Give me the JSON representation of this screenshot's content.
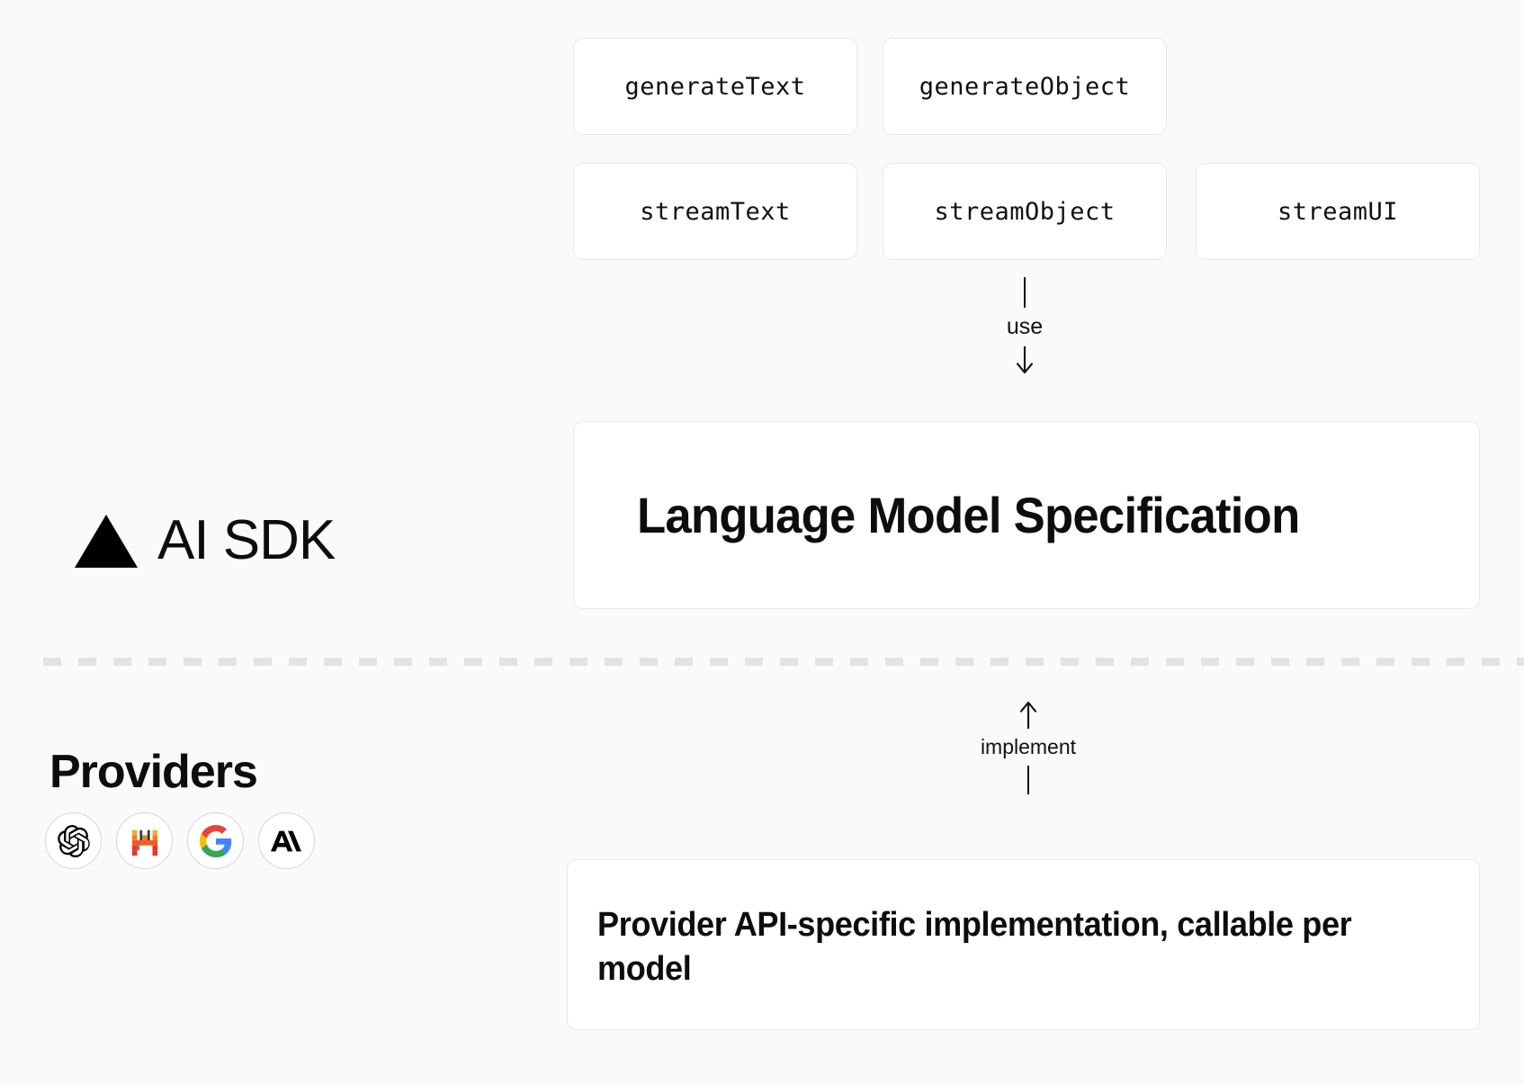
{
  "theme": {
    "page_background": "#fafafa",
    "card_background": "#ffffff",
    "card_border": "#e8e8e8",
    "text_color": "#0d0d0d",
    "divider_color": "#e3e3e3"
  },
  "sdk_layer": {
    "label": "AI SDK",
    "logo_icon": "vercel-triangle-icon",
    "functions": [
      {
        "name": "generateText",
        "icon": "code-function"
      },
      {
        "name": "generateObject",
        "icon": "code-function"
      },
      {
        "name": "streamText",
        "icon": "code-function"
      },
      {
        "name": "streamObject",
        "icon": "code-function"
      },
      {
        "name": "streamUI",
        "icon": "code-function"
      }
    ],
    "use_connector": {
      "label": "use",
      "direction": "down",
      "arrow_icon": "arrow-down-icon"
    },
    "specification": {
      "title": "Language Model Specification"
    }
  },
  "providers_layer": {
    "heading": "Providers",
    "logos": [
      {
        "name": "openai",
        "icon": "openai-logo-icon",
        "color": "#000000"
      },
      {
        "name": "mistral",
        "icon": "mistral-logo-icon",
        "color": "#FF7000"
      },
      {
        "name": "google",
        "icon": "google-logo-icon",
        "color": "#4285F4"
      },
      {
        "name": "anthropic",
        "icon": "anthropic-logo-icon",
        "color": "#000000"
      }
    ],
    "implement_connector": {
      "label": "implement",
      "direction": "up",
      "arrow_icon": "arrow-up-icon"
    },
    "implementation": {
      "text": "Provider API-specific implementation, callable per model"
    }
  }
}
